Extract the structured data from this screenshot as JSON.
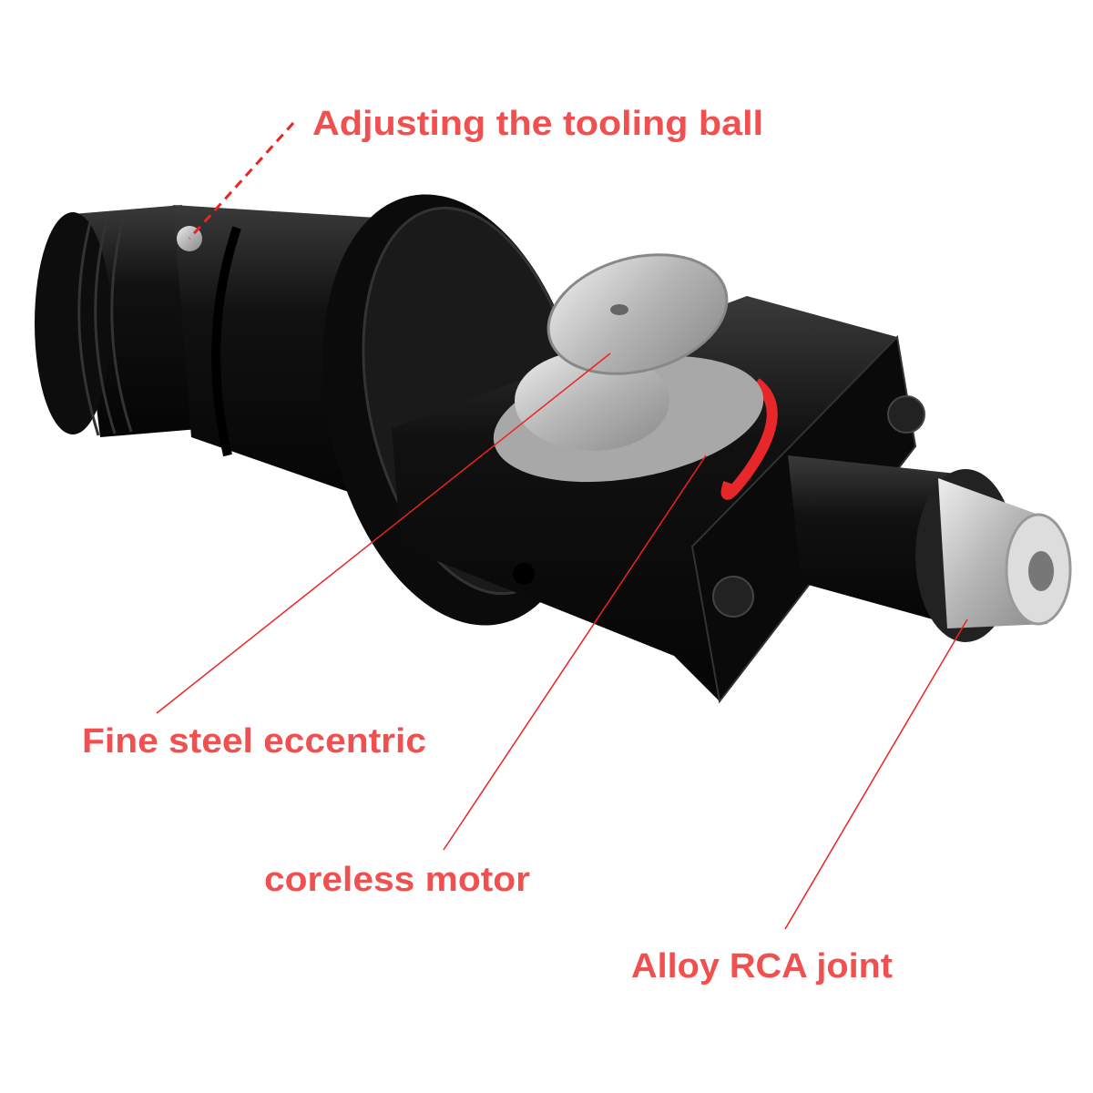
{
  "colors": {
    "label": "#f0504f",
    "leader": "#ee2222",
    "body": "#111111",
    "steel": "#c9c9c9"
  },
  "labels": {
    "tooling_ball": "Adjusting the tooling ball",
    "eccentric": "Fine steel eccentric",
    "motor": "coreless motor",
    "rca": "Alloy RCA joint"
  }
}
